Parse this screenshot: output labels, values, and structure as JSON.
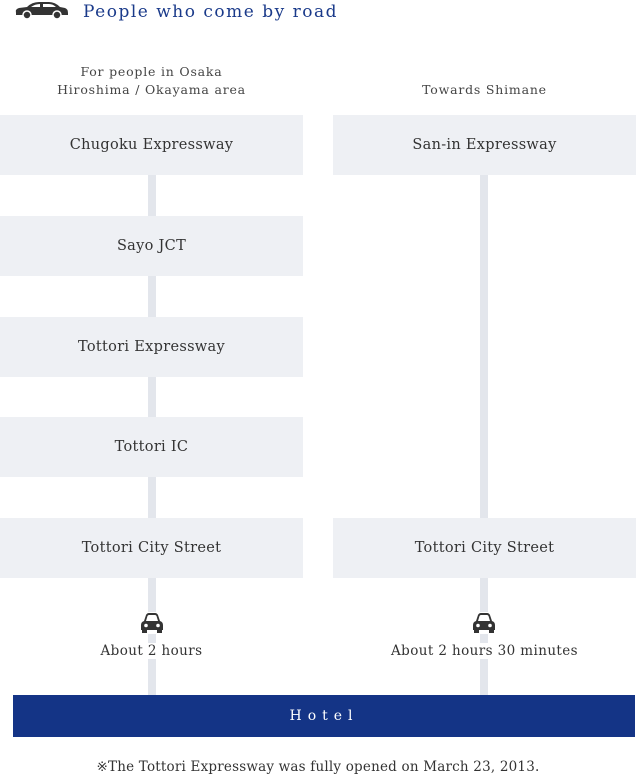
{
  "header": {
    "title": "People who come by road",
    "icon": "car-icon"
  },
  "left_column": {
    "caption_line1": "For people in Osaka",
    "caption_line2": "Hiroshima / Okayama area",
    "steps": [
      "Chugoku Expressway",
      "Sayo JCT",
      "Tottori Expressway",
      "Tottori IC",
      "Tottori City Street"
    ],
    "duration": "About 2 hours"
  },
  "right_column": {
    "caption": "Towards Shimane",
    "steps": [
      "San-in Expressway",
      "Tottori City Street"
    ],
    "duration": "About 2 hours 30 minutes"
  },
  "destination": {
    "label": "Hotel"
  },
  "footnote": "※The Tottori Expressway was fully opened on March 23, 2013.",
  "colors": {
    "accent": "#143486",
    "title": "#1a3a8a",
    "box": "#eef0f4",
    "connector": "#e3e6ec"
  }
}
